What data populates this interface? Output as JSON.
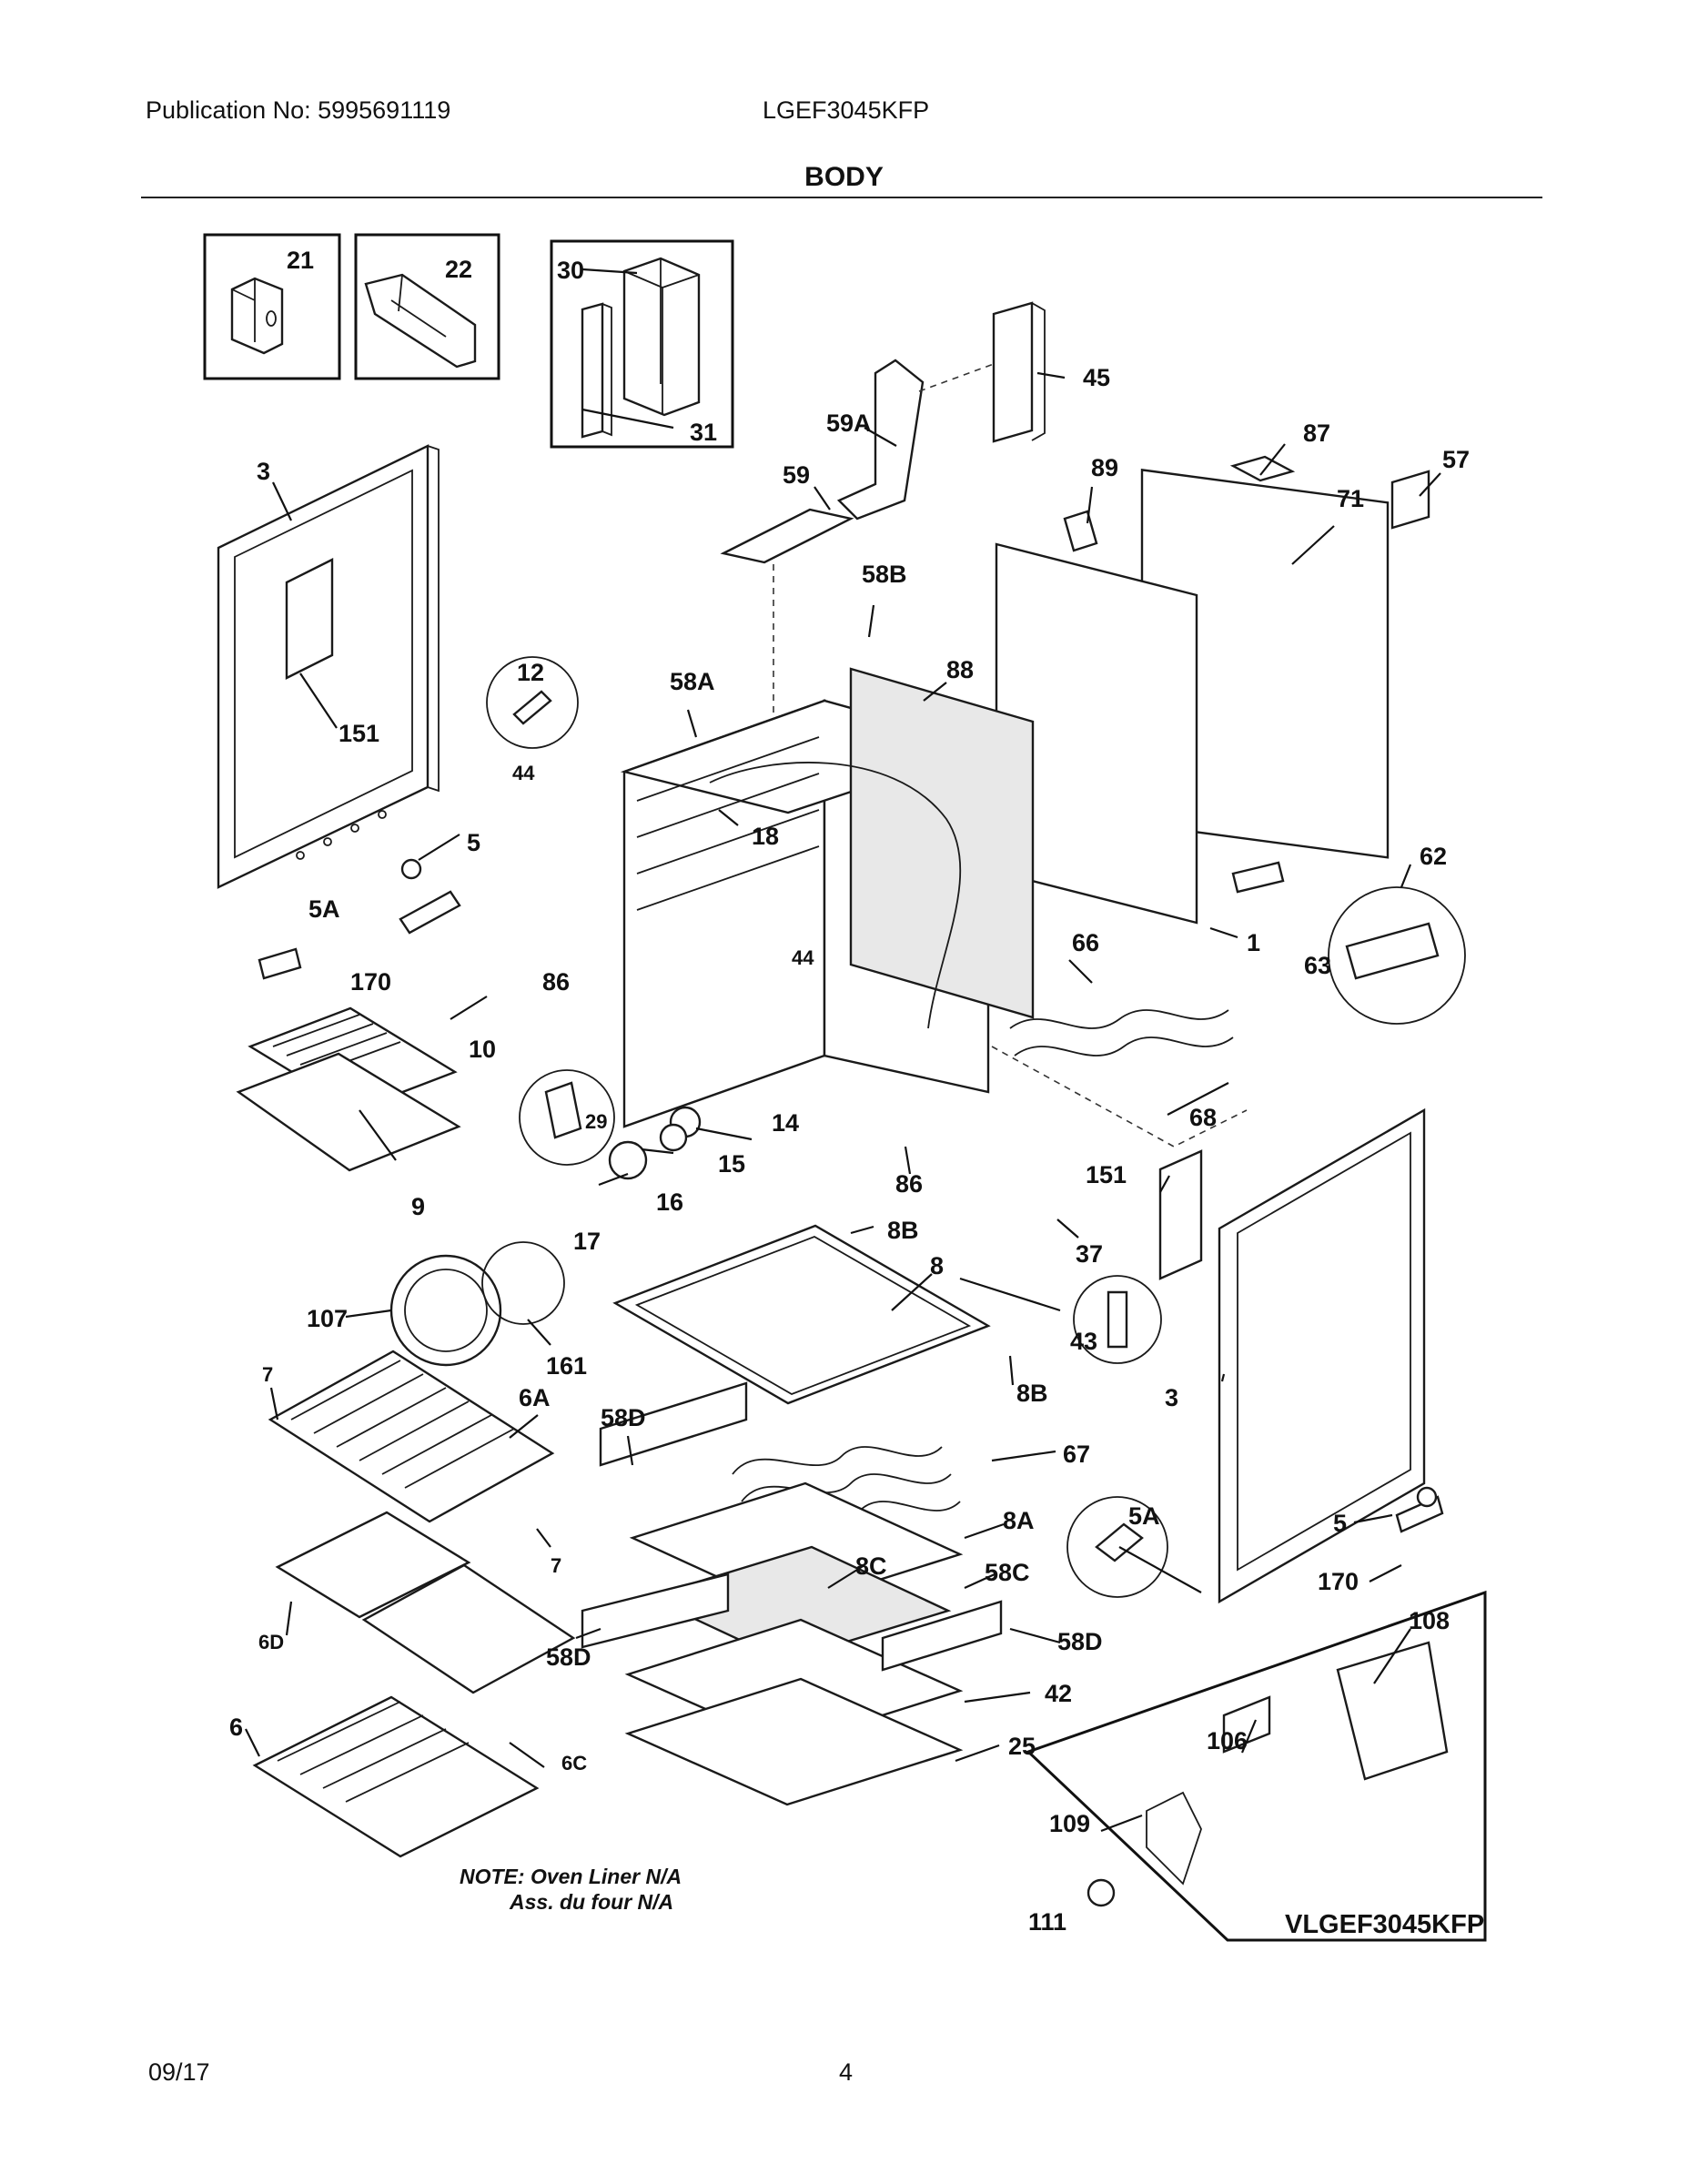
{
  "header": {
    "publication": "Publication No: 5995691119",
    "model": "LGEF3045KFP",
    "section_title": "BODY"
  },
  "footer": {
    "date": "09/17",
    "page_number": "4"
  },
  "callouts": {
    "p21": "21",
    "p22": "22",
    "p30": "30",
    "p31": "31",
    "p45": "45",
    "p59A": "59A",
    "p59": "59",
    "p87": "87",
    "p89": "89",
    "p57": "57",
    "p71": "71",
    "p3_left": "3",
    "p151_left": "151",
    "p12": "12",
    "p44_a": "44",
    "p58A": "58A",
    "p58B": "58B",
    "p88": "88",
    "p18": "18",
    "p5_left": "5",
    "p5A_left": "5A",
    "p170_left": "170",
    "p86_a": "86",
    "p44_b": "44",
    "p62": "62",
    "p63": "63",
    "p1": "1",
    "p66": "66",
    "p10": "10",
    "p9": "9",
    "p29": "29",
    "p14": "14",
    "p15": "15",
    "p16": "16",
    "p17": "17",
    "p68": "68",
    "p86_b": "86",
    "p151_right": "151",
    "p37": "37",
    "p8B_a": "8B",
    "p8": "8",
    "p107": "107",
    "p161": "161",
    "p43": "43",
    "p8B_b": "8B",
    "p3_right": "3",
    "p7_a": "7",
    "p6A": "6A",
    "p58D_a": "58D",
    "p67": "67",
    "p7_b": "7",
    "p8A": "8A",
    "p5A_right": "5A",
    "p5_right": "5",
    "p8C": "8C",
    "p58C": "58C",
    "p170_right": "170",
    "p58D_b": "58D",
    "p58D_c": "58D",
    "p6D": "6D",
    "p42": "42",
    "p108": "108",
    "p6": "6",
    "p6C": "6C",
    "p25": "25",
    "p106": "106",
    "p109": "109",
    "p111": "111"
  },
  "note": {
    "line1": "NOTE: Oven Liner N/A",
    "line2": "Ass. du four N/A"
  },
  "inset_model": "VLGEF3045KFP"
}
